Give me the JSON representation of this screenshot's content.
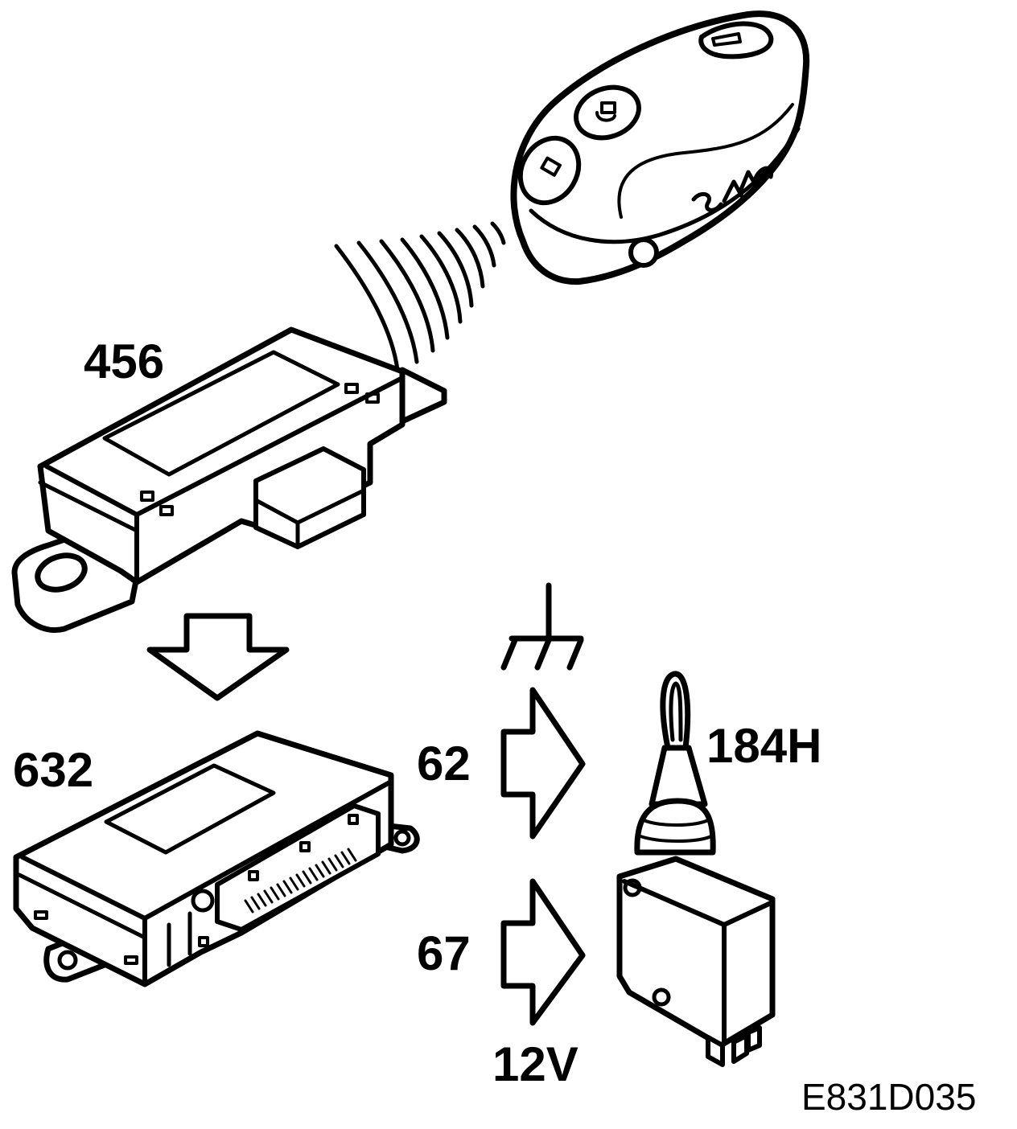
{
  "labels": {
    "module_456": "456",
    "module_632": "632",
    "signal_62": "62",
    "signal_67": "67",
    "actuator_184h": "184H",
    "supply_12v": "12V",
    "figure_code": "E831D035"
  },
  "remote_buttons": [
    "lock-icon",
    "unlock-icon",
    "trunk-icon"
  ],
  "colors": {
    "ink": "#000000",
    "paper": "#ffffff"
  }
}
